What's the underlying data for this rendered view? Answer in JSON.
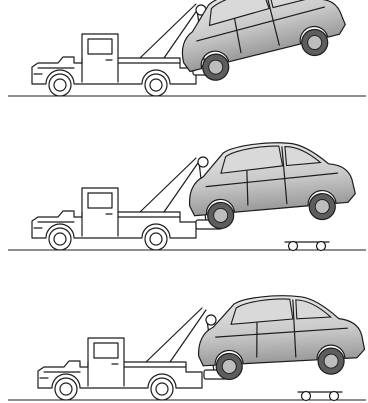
{
  "figure": {
    "panels": [
      {
        "id": "panel-1",
        "dolly": false
      },
      {
        "id": "panel-2",
        "dolly": true
      },
      {
        "id": "panel-3",
        "dolly": true
      }
    ]
  },
  "colors": {
    "line": "#1c1c1c",
    "car_light": "#e6e6e6",
    "car_dark": "#9a9a9a",
    "tire": "#5d5d5d",
    "background": "#ffffff"
  }
}
